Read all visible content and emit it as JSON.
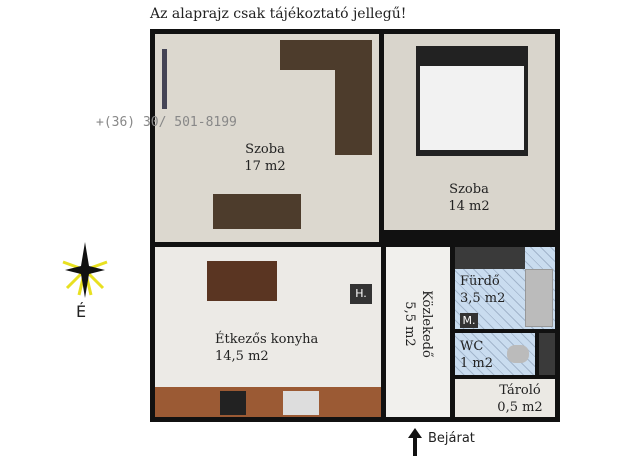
{
  "title": "Az alaprajz csak tájékoztató jellegű!",
  "phone": "+(36) 30/ 501-8199",
  "compass_label": "É",
  "entrance_label": "Bejárat",
  "rooms": {
    "living": {
      "name": "Szoba",
      "area": "17 m2"
    },
    "bedroom": {
      "name": "Szoba",
      "area": "14 m2"
    },
    "kitchen": {
      "name": "Étkezős konyha",
      "area": "14,5 m2"
    },
    "corridor": {
      "name": "Közlekedő",
      "area": "5,5 m2"
    },
    "bathroom": {
      "name": "Fürdő",
      "area": "3,5 m2"
    },
    "wc": {
      "name": "WC",
      "area": "1 m2"
    },
    "storage": {
      "name": "Tároló",
      "area": "0,5 m2"
    }
  },
  "tags": {
    "heater": "H.",
    "meter": "M."
  },
  "colors": {
    "wall": "#111111",
    "wood": "#9b5a34",
    "tile": "#c9dcef",
    "sofa": "#4d3c2c"
  }
}
